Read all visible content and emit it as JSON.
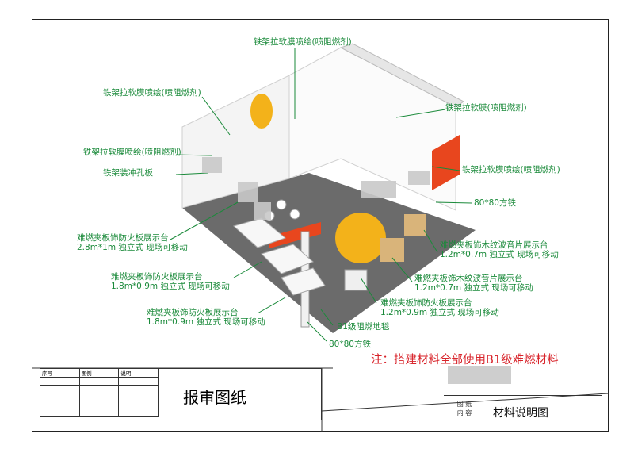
{
  "labels": {
    "top": "铁架拉软膜喷绘(喷阻燃剂)",
    "left1": "铁架拉软膜喷绘(喷阻燃剂)",
    "left2": "铁架拉软膜喷绘(喷阻燃剂)",
    "left3": "铁架装冲孔板",
    "right1": "铁架拉软膜(喷阻燃剂)",
    "right2": "铁架拉软膜喷绘(喷阻燃剂)",
    "right3": "80*80方铁",
    "l_disp1_a": "难燃夹板饰防火板展示台",
    "l_disp1_b": "2.8m*1m 独立式 现场可移动",
    "l_disp2_a": "难燃夹板饰防火板展示台",
    "l_disp2_b": "1.8m*0.9m 独立式 现场可移动",
    "l_disp3_a": "难燃夹板饰防火板展示台",
    "l_disp3_b": "1.8m*0.9m 独立式 现场可移动",
    "r_disp1_a": "难燃夹板饰木纹波音片展示台",
    "r_disp1_b": "1.2m*0.7m 独立式 现场可移动",
    "r_disp2_a": "难燃夹板饰木纹波音片展示台",
    "r_disp2_b": "1.2m*0.7m 独立式 现场可移动",
    "r_disp3_a": "难燃夹板饰防火板展示台",
    "r_disp3_b": "1.2m*0.9m 独立式 现场可移动",
    "carpet": "B1级阻燃地毯",
    "steel_bottom": "80*80方铁"
  },
  "note": "注：搭建材料全部使用B1级难燃材料",
  "title_block": {
    "col1": "序号",
    "col2": "图例",
    "col3": "说明",
    "title": "报审图纸",
    "drawing_key_1": "图 纸",
    "drawing_key_2": "内 容",
    "drawing_name": "材料说明图"
  },
  "colors": {
    "label": "#1a8a3a",
    "note": "#d8232a",
    "accent": "#e8461e"
  }
}
